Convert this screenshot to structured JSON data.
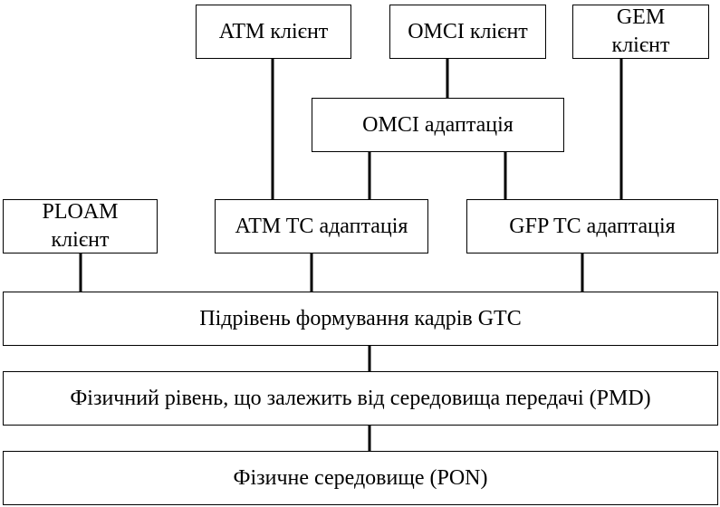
{
  "diagram": {
    "blocks": {
      "atm_client": "ATM клієнт",
      "omci_client": "OMCI клієнт",
      "gem_client": "GEM\nклієнт",
      "omci_adaptation": "OMCI адаптація",
      "ploam_client": "PLOAM\nклієнт",
      "atm_tc_adaptation": "ATM TC адаптація",
      "gfp_tc_adaptation": "GFP TC адаптація",
      "gtc_framing": "Підрівень формування кадрів GTC",
      "pmd": "Фізичний рівень, що залежить від середовища передачі (PMD)",
      "pon": "Фізичне середовище (PON)"
    },
    "connections": [
      [
        "atm_client",
        "atm_tc_adaptation"
      ],
      [
        "omci_client",
        "omci_adaptation"
      ],
      [
        "omci_adaptation",
        "atm_tc_adaptation"
      ],
      [
        "omci_adaptation",
        "gfp_tc_adaptation"
      ],
      [
        "gem_client",
        "gfp_tc_adaptation"
      ],
      [
        "ploam_client",
        "gtc_framing"
      ],
      [
        "atm_tc_adaptation",
        "gtc_framing"
      ],
      [
        "gfp_tc_adaptation",
        "gtc_framing"
      ],
      [
        "gtc_framing",
        "pmd"
      ],
      [
        "pmd",
        "pon"
      ]
    ]
  }
}
